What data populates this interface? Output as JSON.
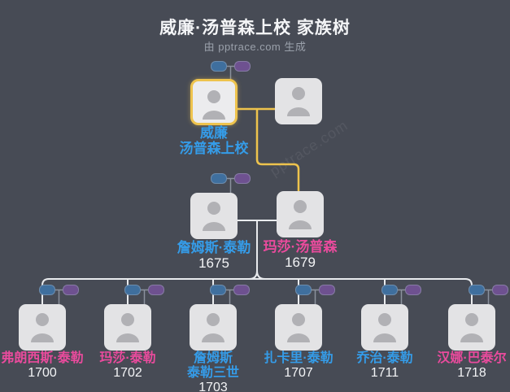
{
  "header": {
    "title": "威廉·汤普森上校 家族树",
    "subtitle": "由 pptrace.com 生成"
  },
  "watermark": {
    "text": "pptrace.com"
  },
  "colors": {
    "background": "#474b55",
    "card_fill": "#e3e3e5",
    "highlight_yellow": "#eec34d",
    "tree_line": "#e9ebee",
    "mini_line": "#8a919d",
    "male_name": "#359ce8",
    "female_name": "#ea4b9d",
    "year_text": "#f2f3f5",
    "mini_father_node": "#3f6f9e",
    "mini_mother_node": "#6e5190"
  },
  "generation1": {
    "person": {
      "name_line1": "威廉",
      "name_line2": "汤普森上校",
      "name_color": "#359ce8",
      "highlighted": true
    },
    "spouse": {
      "label": ""
    }
  },
  "generation2": {
    "father": {
      "name": "詹姆斯·泰勒",
      "year": "1675",
      "name_color": "#359ce8"
    },
    "mother": {
      "name": "玛莎·汤普森",
      "year": "1679",
      "name_color": "#ea4b9d"
    }
  },
  "children": [
    {
      "name_line1": "弗朗西斯·泰勒",
      "name_line2": "",
      "year": "1700",
      "name_color": "#ea4b9d"
    },
    {
      "name_line1": "玛莎·泰勒",
      "name_line2": "",
      "year": "1702",
      "name_color": "#ea4b9d"
    },
    {
      "name_line1": "詹姆斯",
      "name_line2": "泰勒三世",
      "year": "1703",
      "name_color": "#359ce8"
    },
    {
      "name_line1": "扎卡里·泰勒",
      "name_line2": "",
      "year": "1707",
      "name_color": "#359ce8"
    },
    {
      "name_line1": "乔治·泰勒",
      "name_line2": "",
      "year": "1711",
      "name_color": "#359ce8"
    },
    {
      "name_line1": "汉娜·巴泰尔",
      "name_line2": "",
      "year": "1718",
      "name_color": "#ea4b9d"
    }
  ]
}
